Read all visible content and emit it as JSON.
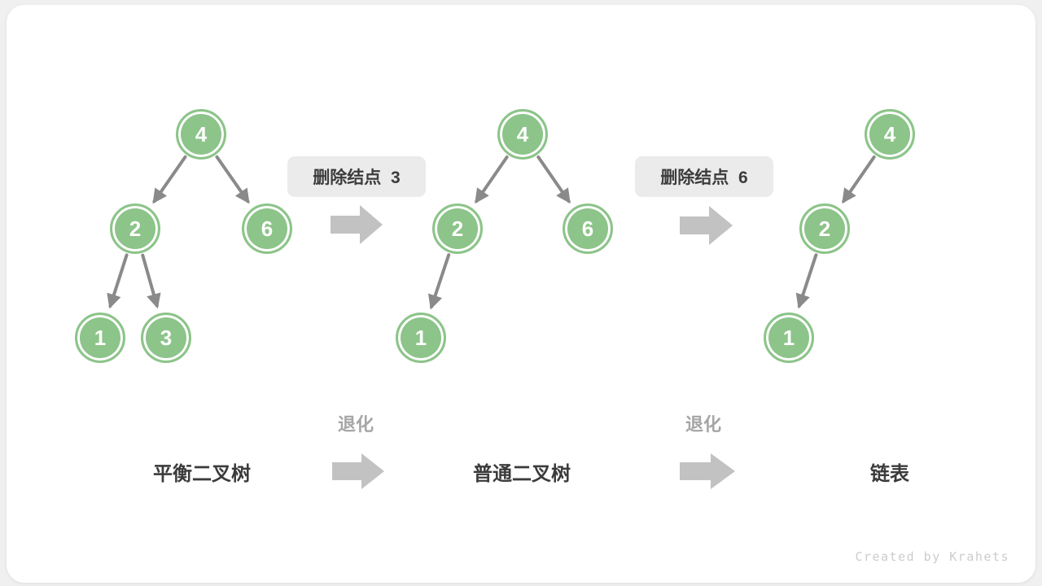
{
  "diagram": {
    "description_labels": {
      "badge_delete_3": "删除结点  3",
      "badge_delete_6": "删除结点  6",
      "degrade": "退化"
    }
  },
  "trees": [
    {
      "label": "平衡二叉树",
      "nodes": [
        "4",
        "2",
        "6",
        "1",
        "3"
      ],
      "edges": [
        "4→2",
        "4→6",
        "2→1",
        "2→3"
      ]
    },
    {
      "label": "普通二叉树",
      "nodes": [
        "4",
        "2",
        "6",
        "1"
      ],
      "edges": [
        "4→2",
        "4→6",
        "2→1"
      ]
    },
    {
      "label": "链表",
      "nodes": [
        "4",
        "2",
        "1"
      ],
      "edges": [
        "4→2",
        "2→1"
      ]
    }
  ],
  "badges": [
    {
      "label": "删除结点  3"
    },
    {
      "label": "删除结点  6"
    }
  ],
  "degrade_arrows": [
    {
      "caption": "退化"
    },
    {
      "caption": "退化"
    }
  ],
  "credit": "Created by Krahets",
  "colors": {
    "node_fill": "#8cc489",
    "node_inner_ring": "#ffffff",
    "tree_edge": "#8a8a8a",
    "block_arrow": "#c2c2c2",
    "badge_bg": "#ebebeb",
    "dark_text": "#3b3b3b",
    "gray_text": "#a6a6a6",
    "credit_text": "#cccccc",
    "card_bg": "#ffffff",
    "page_bg": "#f0f0f0"
  }
}
